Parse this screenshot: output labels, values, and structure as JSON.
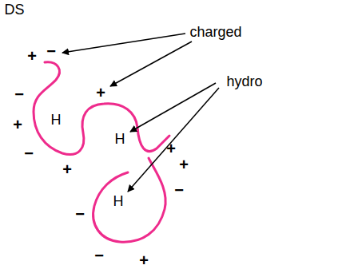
{
  "diagram": {
    "labels": [
      "DS",
      "charged",
      "hydro",
      "H",
      "H",
      "H",
      "+",
      "−",
      "−",
      "+",
      "−",
      "+",
      "+",
      "+",
      "+",
      "−",
      "−",
      "−",
      "+"
    ]
  }
}
